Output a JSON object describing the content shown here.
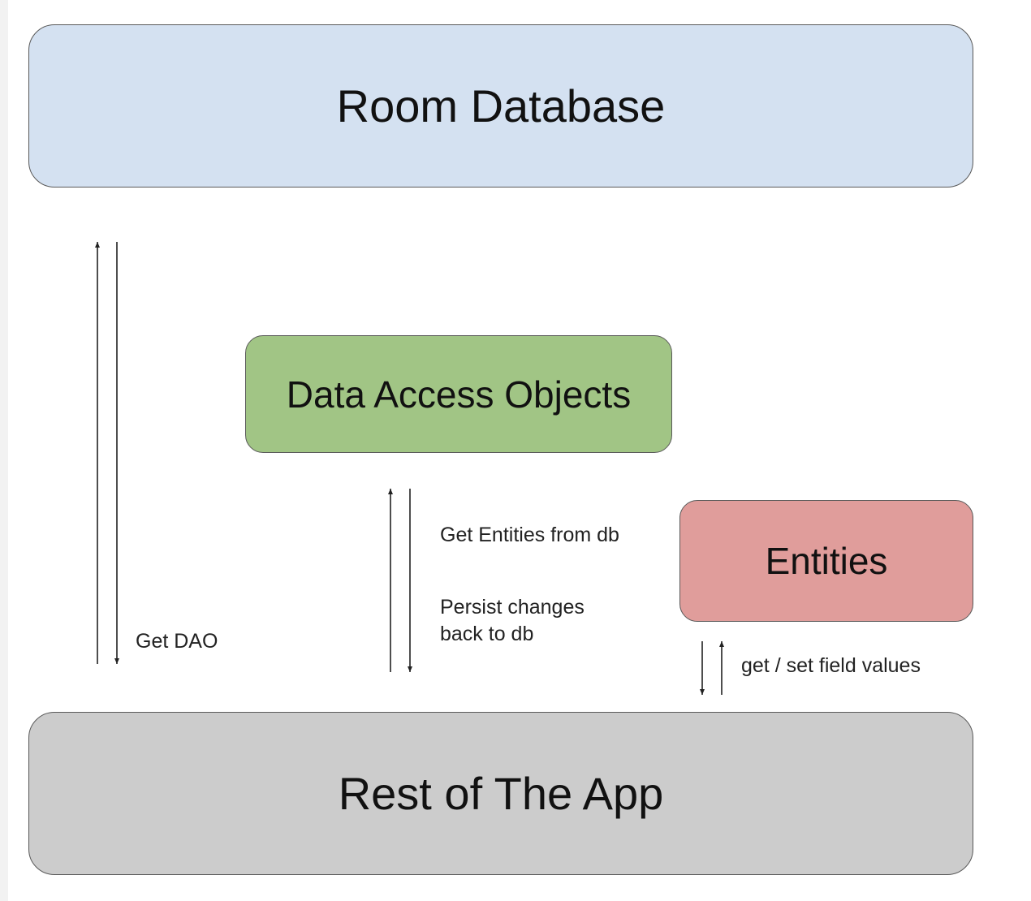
{
  "diagram": {
    "boxes": {
      "room_database": {
        "label": "Room Database",
        "fill": "#d4e1f1"
      },
      "data_access_objects": {
        "label": "Data Access Objects",
        "fill": "#a1c585"
      },
      "entities": {
        "label": "Entities",
        "fill": "#e09d9b"
      },
      "rest_of_app": {
        "label": "Rest of The App",
        "fill": "#cccccc"
      }
    },
    "edge_labels": {
      "get_dao": "Get DAO",
      "get_entities": "Get Entities from db",
      "persist_line1": "Persist changes",
      "persist_line2": "back to db",
      "get_set_fields": "get / set field values"
    },
    "stroke_color": "#222222"
  }
}
